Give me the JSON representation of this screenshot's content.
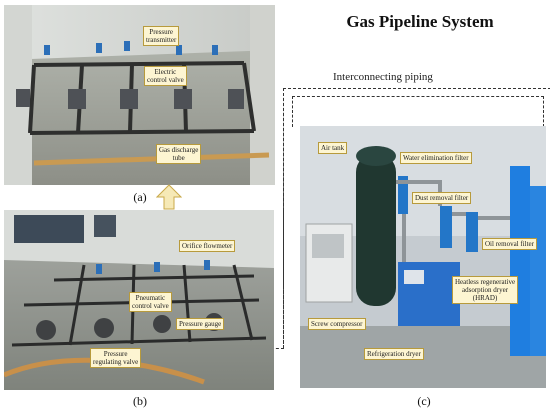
{
  "title": "Gas Pipeline System",
  "piping_label": "Interconnecting piping",
  "panels": {
    "a": {
      "caption": "(a)",
      "labels": {
        "pressure_transmitter": "Pressure\ntransmitter",
        "electric_valve": "Electric\ncontrol valve",
        "discharge_tube": "Gas discharge\ntube"
      }
    },
    "b": {
      "caption": "(b)",
      "labels": {
        "orifice": "Orifice flowmeter",
        "pneumatic": "Pneumatic\ncontrol valve",
        "gauge": "Pressure gauge",
        "regulating": "Pressure\nregulating valve"
      }
    },
    "c": {
      "caption": "(c)",
      "labels": {
        "air_tank": "Air tank",
        "water_filter": "Water elimination filter",
        "dust_filter": "Dust removal filter",
        "oil_filter": "Oil removal filter",
        "hrad": "Heatless regenerative\nadsorption dryer\n(HRAD)",
        "screw": "Screw compressor",
        "refrig": "Refrigeration dryer"
      }
    }
  },
  "colors": {
    "callout_bg": "#fdf5d2",
    "callout_border": "#b79a3c",
    "arrow_fill": "#f6e9b6",
    "arrow_stroke": "#c9a94a"
  }
}
